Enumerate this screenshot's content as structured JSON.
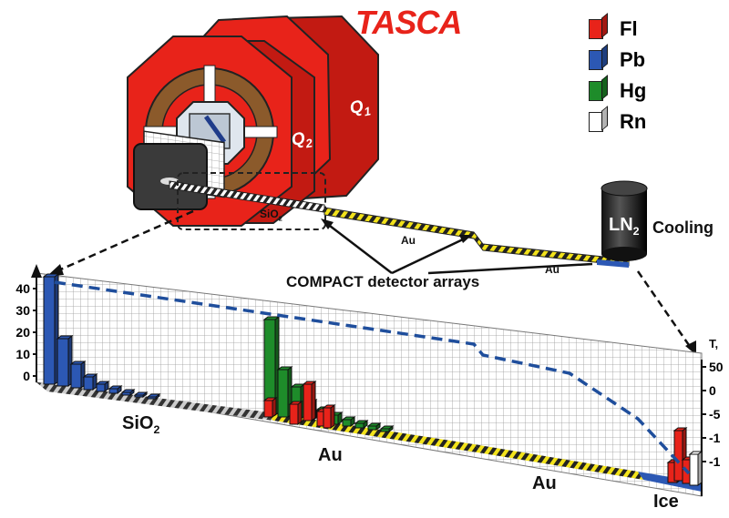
{
  "title": "TASCA",
  "magnets": [
    "Q2",
    "Q1"
  ],
  "legend": [
    {
      "label": "Fl",
      "color": "#e8231a"
    },
    {
      "label": "Pb",
      "color": "#2c58b4"
    },
    {
      "label": "Hg",
      "color": "#1e8c2a"
    },
    {
      "label": "Rn",
      "color": "#ffffff"
    }
  ],
  "labels": {
    "sio2_top": "SiO2",
    "au_top": "Au",
    "au_top2": "Au",
    "ln2": "LN2",
    "cooling": "Cooling",
    "compact": "COMPACT detector arrays",
    "sio2_bottom": "SiO2",
    "au_bottom1": "Au",
    "au_bottom2": "Au",
    "ice": "Ice"
  },
  "left_axis_ticks": [
    "40",
    "30",
    "20",
    "10",
    "0"
  ],
  "right_axis_title": "T,",
  "right_axis_ticks": [
    "50",
    "0",
    "-5",
    "-1",
    "-1"
  ],
  "colors": {
    "magnet_red": "#e8231a",
    "coil_brown": "#8b5a2b",
    "temp_line": "#1f4e9c",
    "au_yellow": "#f2e21a"
  }
}
